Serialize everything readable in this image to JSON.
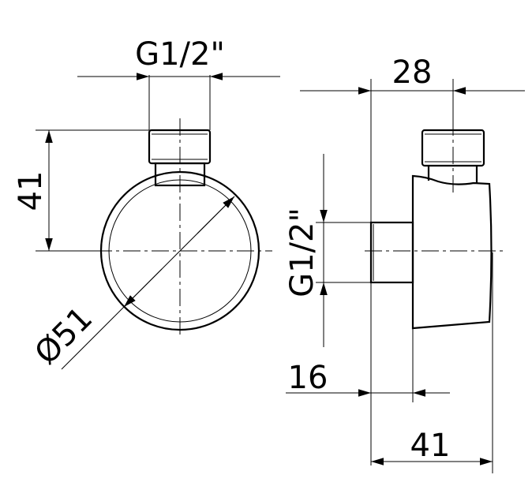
{
  "drawing": {
    "front_view": {
      "thread_label": "G1/2\"",
      "height_label": "41",
      "diameter_label": "Ø51"
    },
    "side_view": {
      "width_top_label": "28",
      "thread_label": "G1/2\"",
      "offset_label": "16",
      "depth_label": "41"
    }
  }
}
